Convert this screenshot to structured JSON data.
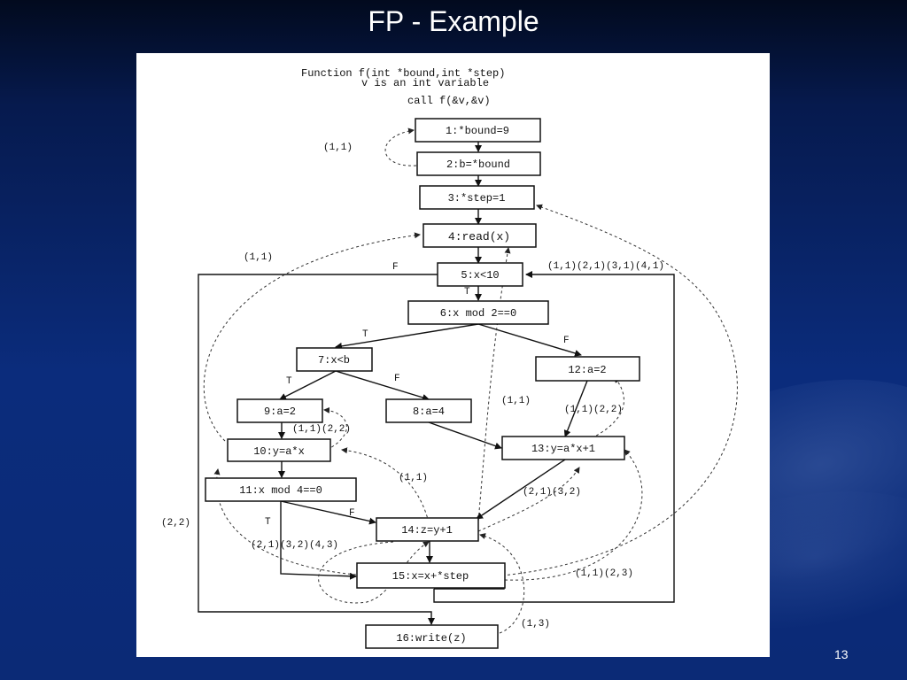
{
  "slide": {
    "title": "FP - Example",
    "number": "13"
  },
  "header": {
    "line1": "Function f(int *bound,int *step)",
    "line2": "v is an int variable",
    "line3": "call f(&v,&v)"
  },
  "nodes": {
    "n1": "1:*bound=9",
    "n2": "2:b=*bound",
    "n3": "3:*step=1",
    "n4": "4:read(x)",
    "n5": "5:x<10",
    "n6": "6:x mod 2==0",
    "n7": "7:x<b",
    "n8": "8:a=4",
    "n9": "9:a=2",
    "n10": "10:y=a*x",
    "n11": "11:x mod 4==0",
    "n12": "12:a=2",
    "n13": "13:y=a*x+1",
    "n14": "14:z=y+1",
    "n15": "15:x=x+*step",
    "n16": "16:write(z)"
  },
  "branches": {
    "t5": "T",
    "f5": "F",
    "t6": "T",
    "f6": "F",
    "t7": "T",
    "f7": "F",
    "t11": "T",
    "f11": "F"
  },
  "dep_labels": {
    "l1": "(1,1)",
    "l2": "(1,1)",
    "l3": "(1,1)(2,1)(3,1)(4,1)",
    "l4": "(1,1)",
    "l5": "(1,1)(2,2)",
    "l6": "(1,1)(2,2)",
    "l7": "(1,1)",
    "l8": "(2,1)(3,2)",
    "l9": "(2,2)",
    "l10": "(2,1)(3,2)(4,3)",
    "l11": "(1,1)(2,3)",
    "l12": "(1,3)"
  }
}
